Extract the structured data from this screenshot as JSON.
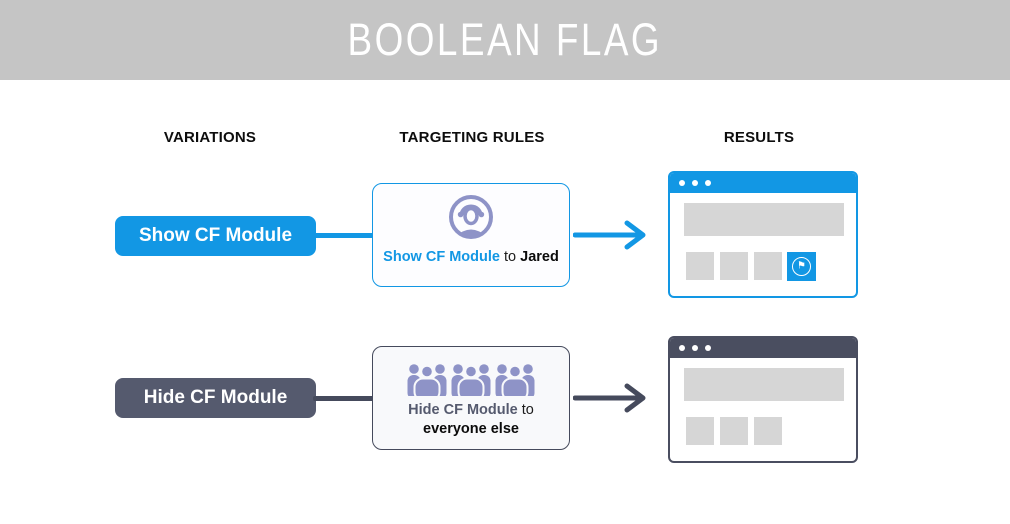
{
  "header": {
    "title": "BOOLEAN FLAG"
  },
  "columns": {
    "variations": "VARIATIONS",
    "targeting_rules": "TARGETING RULES",
    "results": "RESULTS"
  },
  "rows": [
    {
      "variation": "Show CF Module",
      "rule": {
        "flag": "Show CF Module",
        "connector": "to",
        "audience": "Jared",
        "icon": "user-circle-icon"
      },
      "result": {
        "kind": "browser-mockup",
        "module_visible": "true",
        "module_icon": "flag-icon"
      }
    },
    {
      "variation": "Hide CF Module",
      "rule": {
        "flag": "Hide CF Module",
        "connector": "to",
        "audience": "everyone else",
        "icon": "crowd-icon"
      },
      "result": {
        "kind": "browser-mockup",
        "module_visible": "false"
      }
    }
  ],
  "icons": {
    "window_controls": "three-dots",
    "module_flag_glyph": "⚑"
  },
  "colors": {
    "banner_bg": "#c5c5c5",
    "title_text": "#ffffff",
    "blue": "#1297e4",
    "slate": "#555a6e",
    "slate_dark": "#454a5c",
    "browser_slate": "#4a4e60",
    "lavender": "#8e93c7",
    "placeholder_gray": "#d6d6d6",
    "text_dark": "#111111"
  }
}
